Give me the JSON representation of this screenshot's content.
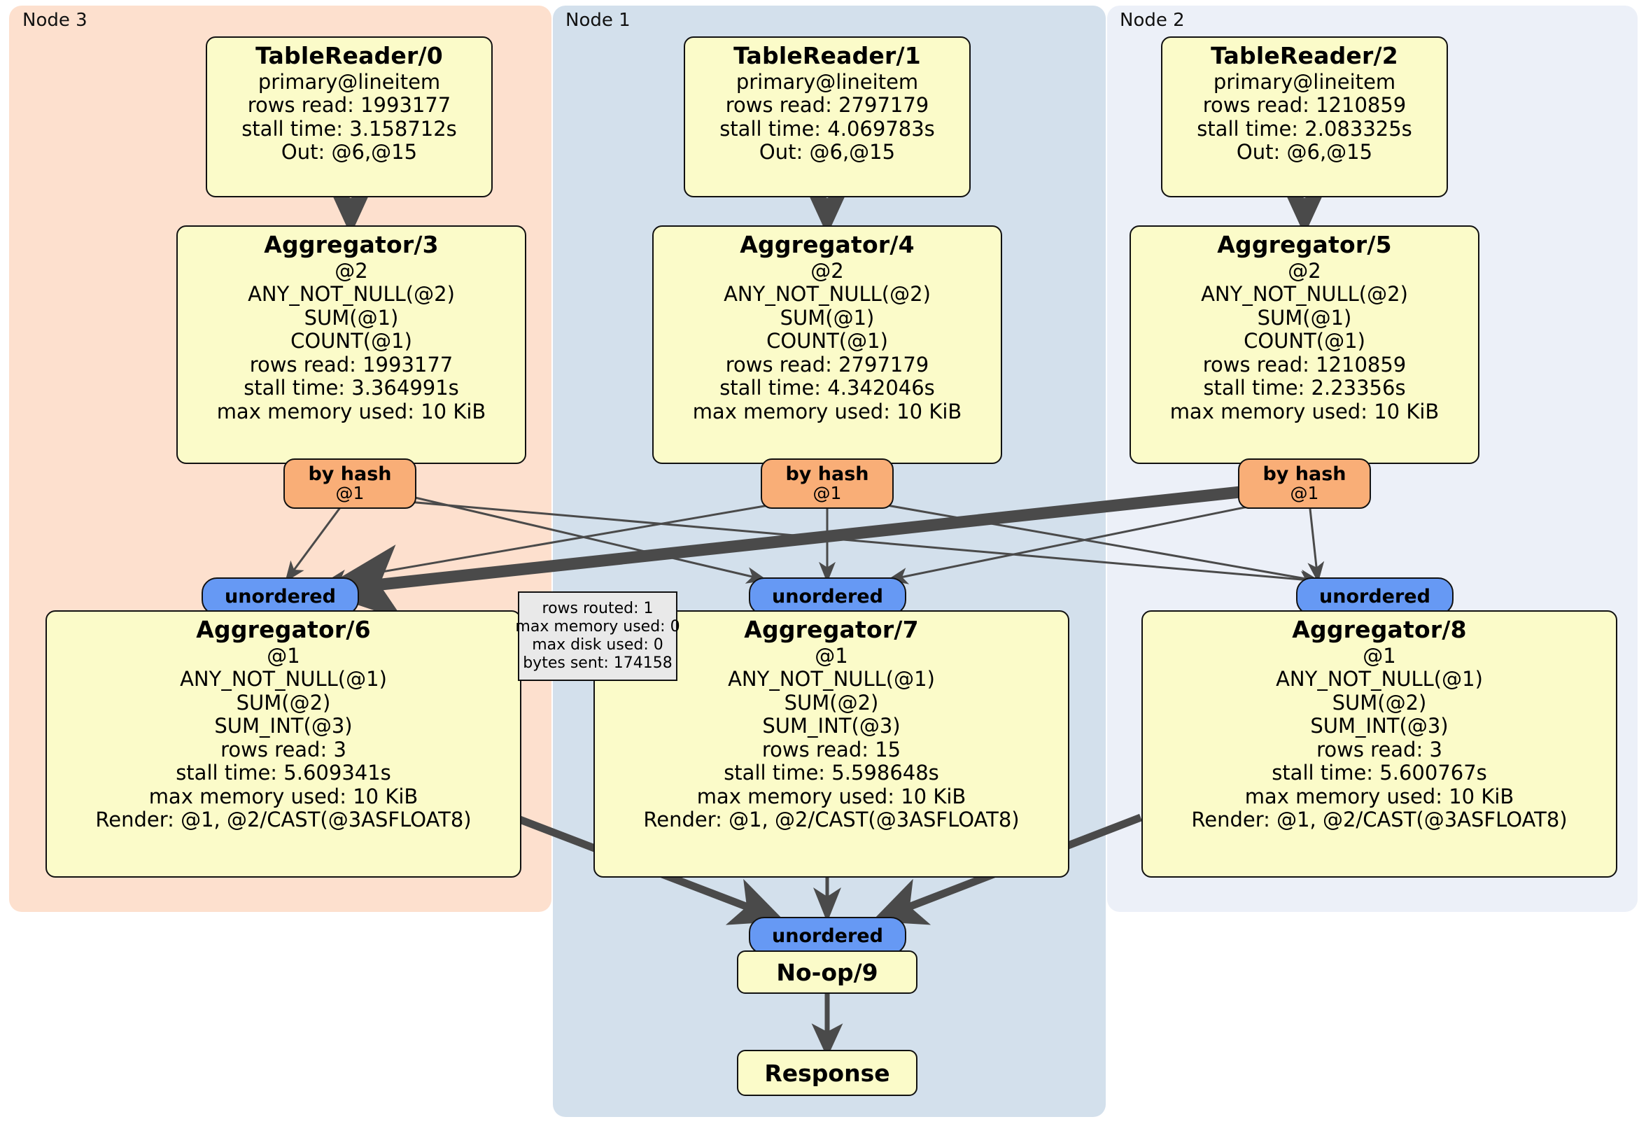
{
  "clusters": [
    {
      "label": "Node 3",
      "color": "#FDE0CE"
    },
    {
      "label": "Node 1",
      "color": "#D3E0EC"
    },
    {
      "label": "Node 2",
      "color": "#ECF0F8"
    }
  ],
  "colors": {
    "node3_bg": "#FDE0CE",
    "node1_bg": "#D3E0EC",
    "node2_bg": "#ECF0F8",
    "operator_fill": "#FBFBC9",
    "hash_badge_fill": "#F9AE77",
    "unordered_badge_fill": "#6699F4",
    "stats_fill": "#E9E9E9",
    "edge": "#4A4A4A",
    "border": "#111111"
  },
  "readers": [
    {
      "title": "TableReader/0",
      "lines": [
        "primary@lineitem",
        "rows read: 1993177",
        "stall time: 3.158712s",
        "Out: @6,@15"
      ]
    },
    {
      "title": "TableReader/1",
      "lines": [
        "primary@lineitem",
        "rows read: 2797179",
        "stall time: 4.069783s",
        "Out: @6,@15"
      ]
    },
    {
      "title": "TableReader/2",
      "lines": [
        "primary@lineitem",
        "rows read: 1210859",
        "stall time: 2.083325s",
        "Out: @6,@15"
      ]
    }
  ],
  "local_aggregators": [
    {
      "title": "Aggregator/3",
      "lines": [
        "@2",
        "ANY_NOT_NULL(@2)",
        "SUM(@1)",
        "COUNT(@1)",
        "rows read: 1993177",
        "stall time: 3.364991s",
        "max memory used: 10 KiB"
      ]
    },
    {
      "title": "Aggregator/4",
      "lines": [
        "@2",
        "ANY_NOT_NULL(@2)",
        "SUM(@1)",
        "COUNT(@1)",
        "rows read: 2797179",
        "stall time: 4.342046s",
        "max memory used: 10 KiB"
      ]
    },
    {
      "title": "Aggregator/5",
      "lines": [
        "@2",
        "ANY_NOT_NULL(@2)",
        "SUM(@1)",
        "COUNT(@1)",
        "rows read: 1210859",
        "stall time: 2.23356s",
        "max memory used: 10 KiB"
      ]
    }
  ],
  "hash_badges": [
    {
      "label": "by hash",
      "column": "@1"
    },
    {
      "label": "by hash",
      "column": "@1"
    },
    {
      "label": "by hash",
      "column": "@1"
    }
  ],
  "unordered_badges": [
    {
      "label": "unordered"
    },
    {
      "label": "unordered"
    },
    {
      "label": "unordered"
    },
    {
      "label": "unordered"
    }
  ],
  "final_aggregators": [
    {
      "title": "Aggregator/6",
      "lines": [
        "@1",
        "ANY_NOT_NULL(@1)",
        "SUM(@2)",
        "SUM_INT(@3)",
        "rows read: 3",
        "stall time: 5.609341s",
        "max memory used: 10 KiB",
        "Render: @1, @2/CAST(@3ASFLOAT8)"
      ]
    },
    {
      "title": "Aggregator/7",
      "lines": [
        "@1",
        "ANY_NOT_NULL(@1)",
        "SUM(@2)",
        "SUM_INT(@3)",
        "rows read: 15",
        "stall time: 5.598648s",
        "max memory used: 10 KiB",
        "Render: @1, @2/CAST(@3ASFLOAT8)"
      ]
    },
    {
      "title": "Aggregator/8",
      "lines": [
        "@1",
        "ANY_NOT_NULL(@1)",
        "SUM(@2)",
        "SUM_INT(@3)",
        "rows read: 3",
        "stall time: 5.600767s",
        "max memory used: 10 KiB",
        "Render: @1, @2/CAST(@3ASFLOAT8)"
      ]
    }
  ],
  "stats_tooltip": {
    "lines": [
      "rows routed: 1",
      "max memory used: 0",
      "max disk used: 0",
      "bytes sent: 174158"
    ]
  },
  "noop": {
    "title": "No-op/9"
  },
  "response": {
    "title": "Response"
  }
}
